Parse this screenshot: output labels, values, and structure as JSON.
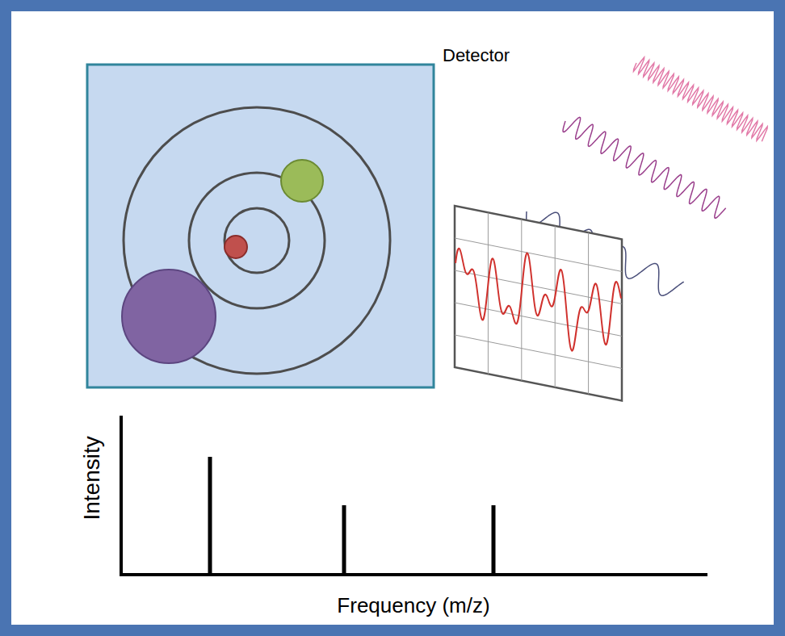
{
  "diagram": {
    "labels": [
      "Detector",
      "Intensity",
      "Frequency (m/z)"
    ]
  }
}
